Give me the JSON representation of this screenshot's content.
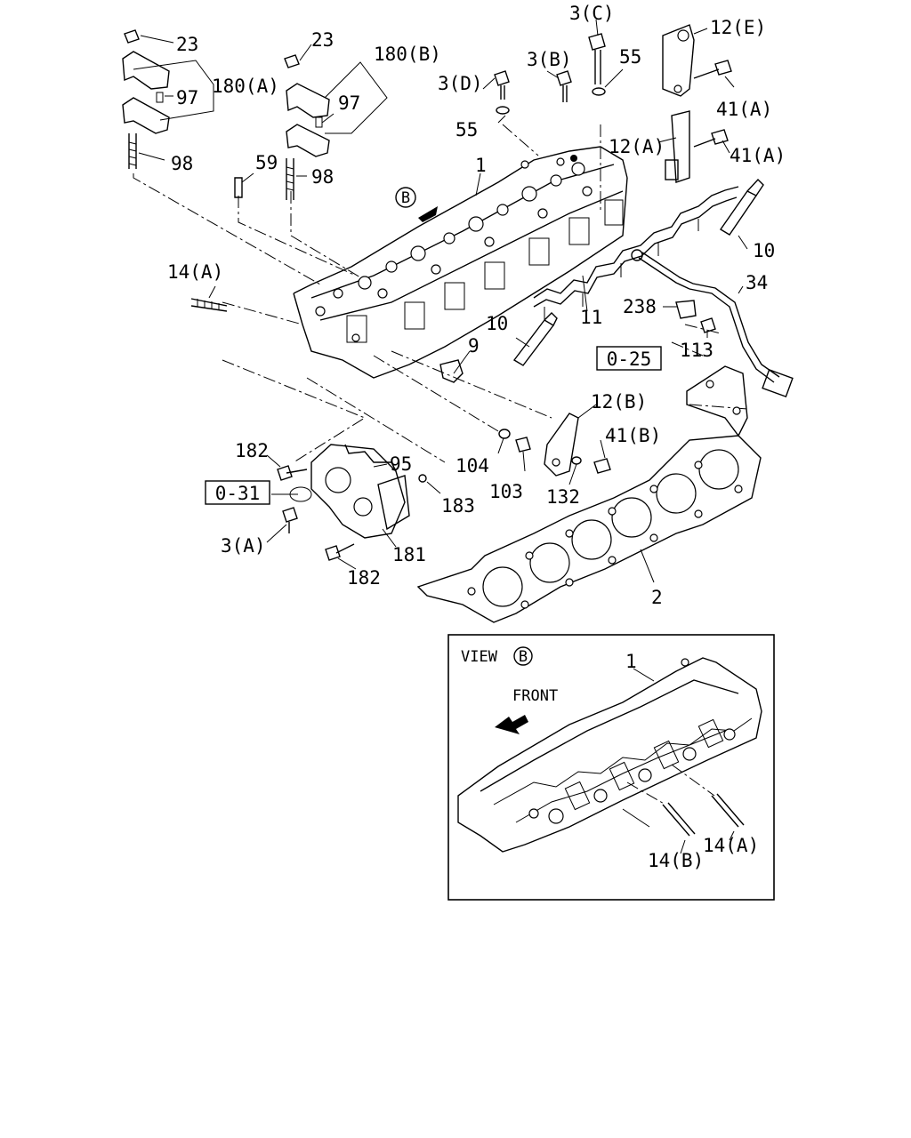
{
  "labels": {
    "p23a": "23",
    "p23b": "23",
    "p180a": "180(A)",
    "p180b": "180(B)",
    "p97a": "97",
    "p97b": "97",
    "p98a": "98",
    "p98b": "98",
    "p59": "59",
    "p3d": "3(D)",
    "p3b": "3(B)",
    "p3c": "3(C)",
    "p55a": "55",
    "p55b": "55",
    "p12e": "12(E)",
    "p41a1": "41(A)",
    "p41a2": "41(A)",
    "p12a": "12(A)",
    "p1": "1",
    "p10a": "10",
    "p10b": "10",
    "p11": "11",
    "p34": "34",
    "p238": "238",
    "p113": "113",
    "p14a": "14(A)",
    "p9": "9",
    "p12b": "12(B)",
    "p41b": "41(B)",
    "p104": "104",
    "p103": "103",
    "p132": "132",
    "p182a": "182",
    "p95": "95",
    "p183": "183",
    "p3a": "3(A)",
    "p181": "181",
    "p182b": "182",
    "p2": "2"
  },
  "refs": {
    "ref025": "0-25",
    "ref031": "0-31"
  },
  "view_marker": "B",
  "inset": {
    "title": "VIEW",
    "marker": "B",
    "front": "FRONT",
    "p1": "1",
    "p14b": "14(B)",
    "p14a": "14(A)"
  }
}
